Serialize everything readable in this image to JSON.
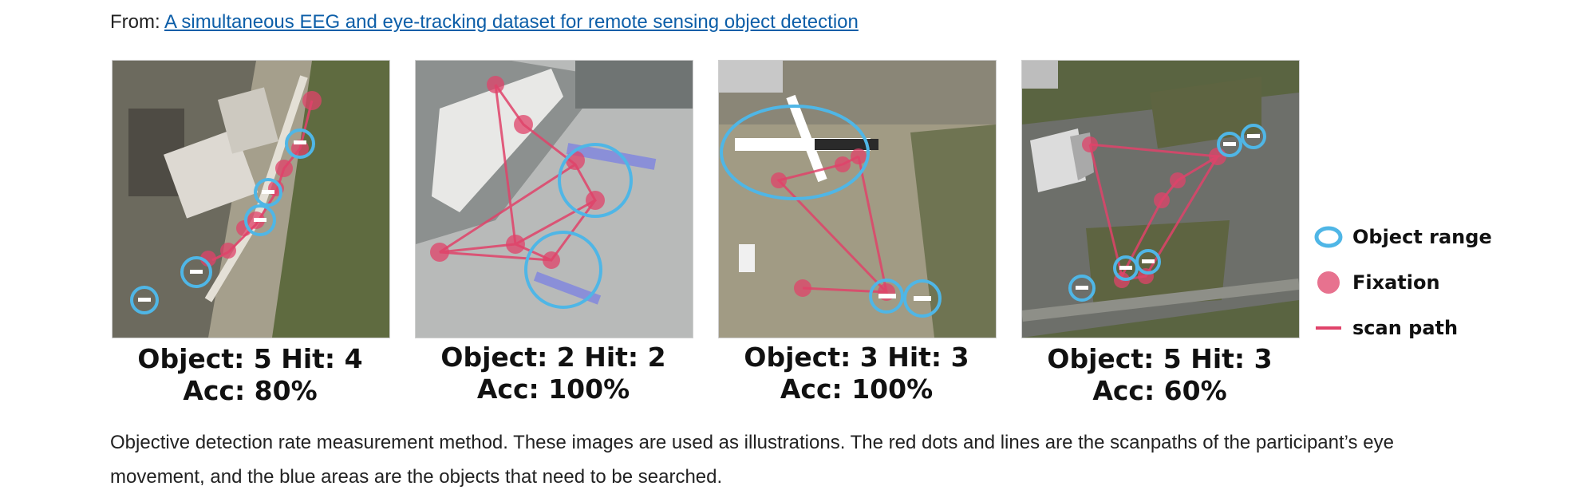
{
  "header": {
    "from_prefix": "From:",
    "article_title": "A simultaneous EEG and eye-tracking dataset for remote sensing object detection"
  },
  "figure": {
    "panels": [
      {
        "line1": "Object: 5  Hit: 4",
        "line2": "Acc: 80%"
      },
      {
        "line1": "Object: 2 Hit: 2",
        "line2": "Acc: 100%"
      },
      {
        "line1": "Object: 3 Hit: 3",
        "line2": "Acc: 100%"
      },
      {
        "line1": "Object: 5 Hit: 3",
        "line2": "Acc: 60%"
      }
    ],
    "legend": [
      {
        "label": "Object range",
        "symbol": "blue-ring",
        "color": "#4fb6e6"
      },
      {
        "label": "Fixation",
        "symbol": "red-dot",
        "color": "#e0436a"
      },
      {
        "label": "scan path",
        "symbol": "red-line",
        "color": "#e0436a"
      }
    ]
  },
  "caption": "Objective detection rate measurement method. These images are used as illustrations. The red dots and lines are the scanpaths of the participant’s eye movement, and the blue areas are the objects that need to be searched.",
  "colors": {
    "link": "#0c5ea8",
    "object_range": "#4fb6e6",
    "fixation": "#e0436a"
  }
}
